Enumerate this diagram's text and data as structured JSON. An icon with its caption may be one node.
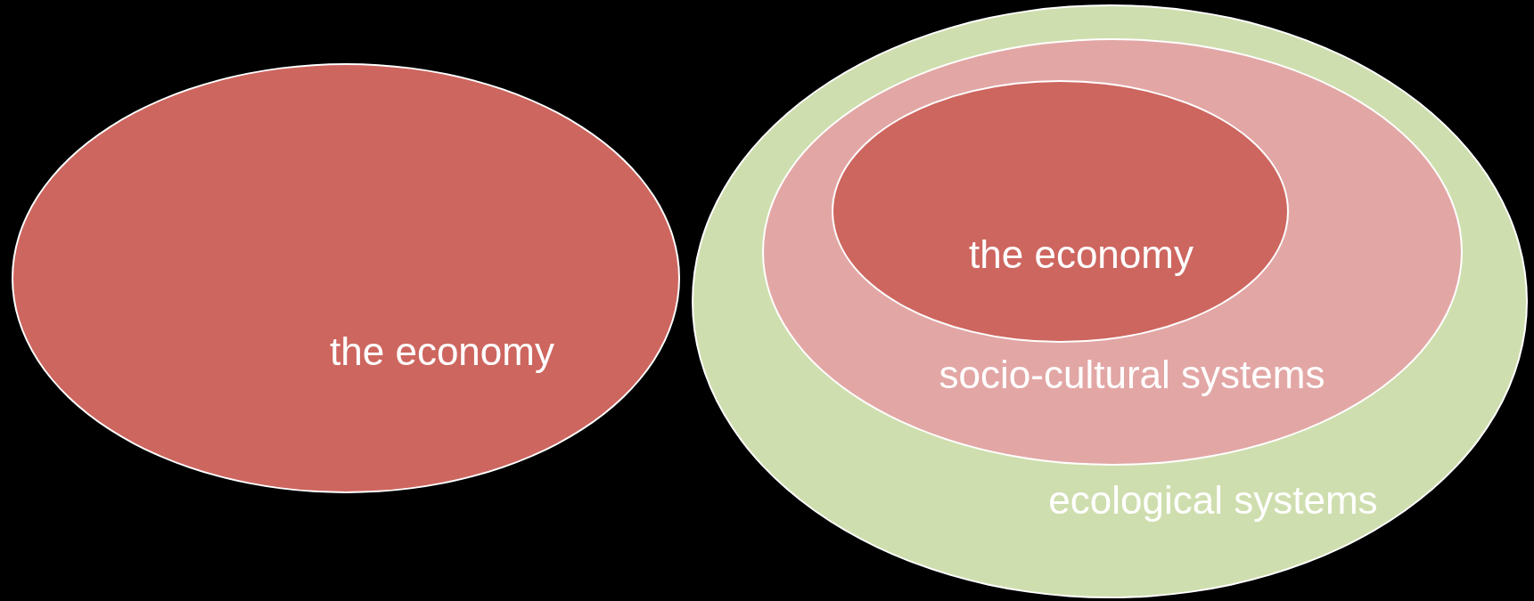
{
  "diagram": {
    "nodes": [
      {
        "text": [
          "the economy"
        ]
      },
      {
        "text": [
          "ecological systems"
        ]
      },
      {
        "text": [
          "socio-cultural systems"
        ],
        "in": 1
      },
      {
        "text": [
          "the economy"
        ],
        "in": 2
      }
    ]
  }
}
